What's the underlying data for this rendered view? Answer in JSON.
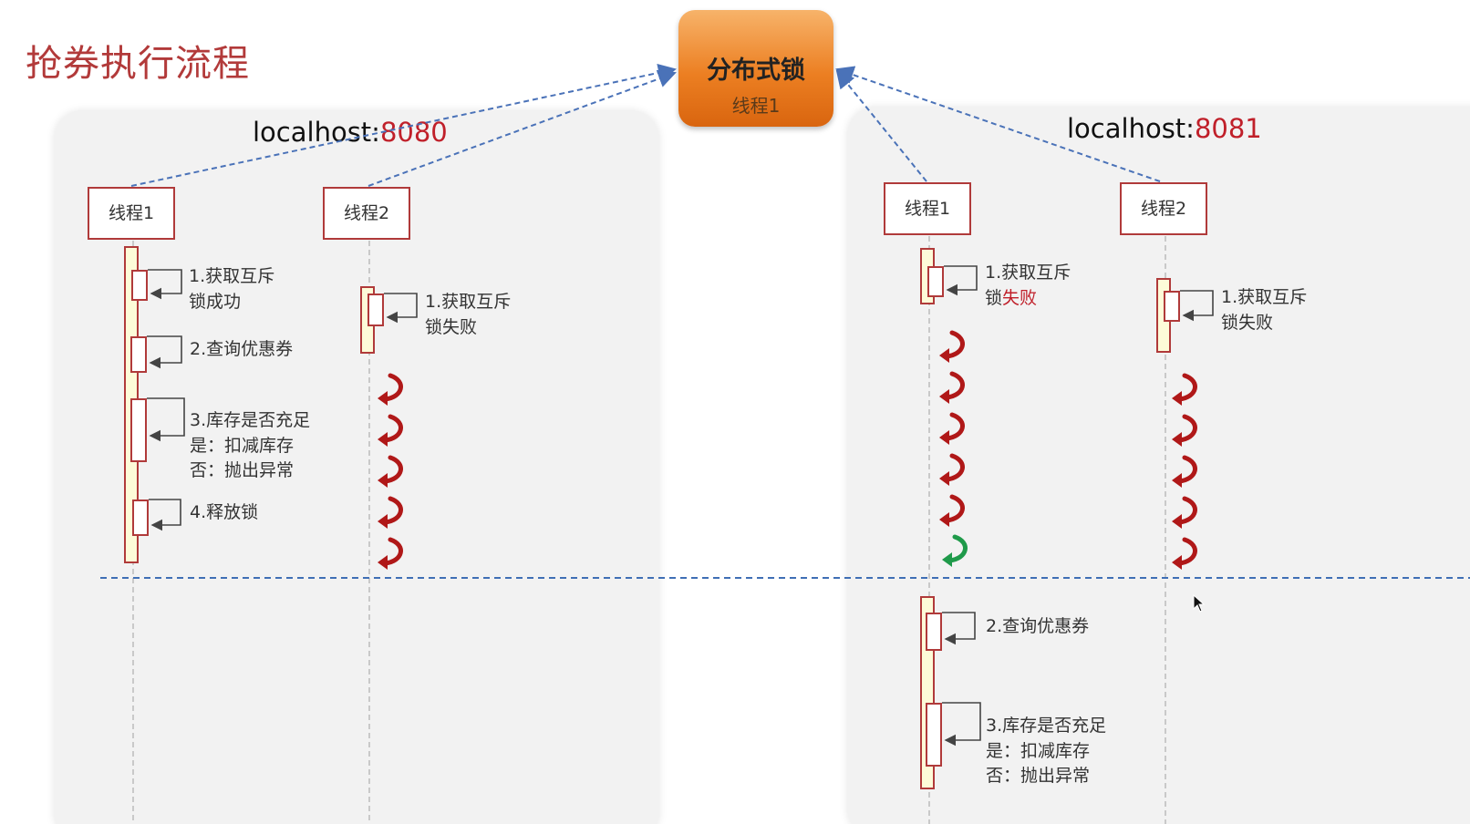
{
  "title": "抢券执行流程",
  "lock": {
    "title": "分布式锁",
    "holder": "线程1"
  },
  "servers": [
    {
      "host": "localhost:",
      "port": "8080",
      "threads": [
        {
          "label": "线程1",
          "steps": [
            {
              "line1": "1.获取互斥",
              "line2": "锁成功"
            },
            {
              "line1": "2.查询优惠券"
            },
            {
              "line1": "3.库存是否充足",
              "line2": "是：扣减库存",
              "line3": "否：抛出异常"
            },
            {
              "line1": "4.释放锁"
            }
          ]
        },
        {
          "label": "线程2",
          "steps": [
            {
              "line1": "1.获取互斥",
              "line2": "锁失败"
            }
          ],
          "retry_loops": 5
        }
      ]
    },
    {
      "host": "localhost:",
      "port": "8081",
      "threads": [
        {
          "label": "线程1",
          "steps": [
            {
              "line1": "1.获取互斥",
              "line2a": "锁",
              "line2b": "失败"
            },
            {
              "line1": "2.查询优惠券"
            },
            {
              "line1": "3.库存是否充足",
              "line2": "是：扣减库存",
              "line3": "否：抛出异常"
            }
          ],
          "retry_loops": 5,
          "success_loops": 1
        },
        {
          "label": "线程2",
          "steps": [
            {
              "line1": "1.获取互斥",
              "line2": "锁失败"
            }
          ],
          "retry_loops": 5
        }
      ]
    }
  ],
  "colors": {
    "title": "#b23a3a",
    "port": "#c0202a",
    "box_border": "#b03a3a",
    "lock_fill": "#ec7f22",
    "dashed_link": "#4a72b8",
    "retry_arrow": "#b01818",
    "success_arrow": "#1f9a4a"
  },
  "icons": {
    "retry": "curved-retry-arrow-icon",
    "success": "curved-success-arrow-icon",
    "cursor": "mouse-pointer-icon"
  }
}
